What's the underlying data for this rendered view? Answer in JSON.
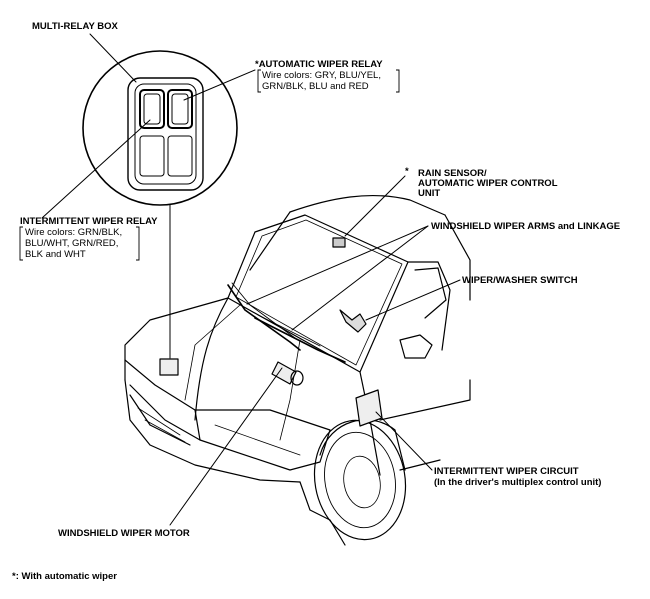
{
  "labels": {
    "multi_relay_box": "MULTI-RELAY BOX",
    "auto_wiper_relay": "*AUTOMATIC WIPER RELAY",
    "auto_wiper_relay_wires_1": "Wire colors: GRY, BLU/YEL,",
    "auto_wiper_relay_wires_2": "GRN/BLK, BLU and RED",
    "rain_sensor_star": "*",
    "rain_sensor_1": "RAIN SENSOR/",
    "rain_sensor_2": "AUTOMATIC WIPER CONTROL",
    "rain_sensor_3": "UNIT",
    "wiper_arms": "WINDSHIELD WIPER ARMS and LINKAGE",
    "intermittent_relay": "INTERMITTENT WIPER RELAY",
    "intermittent_relay_wires_1": "Wire colors: GRN/BLK,",
    "intermittent_relay_wires_2": "BLU/WHT, GRN/RED,",
    "intermittent_relay_wires_3": "BLK and WHT",
    "washer_switch": "WIPER/WASHER SWITCH",
    "intermittent_circuit": "INTERMITTENT WIPER CIRCUIT",
    "intermittent_circuit_sub": "(In the driver's multiplex control unit)",
    "wiper_motor": "WINDSHIELD WIPER MOTOR",
    "footnote": "*: With automatic wiper"
  }
}
